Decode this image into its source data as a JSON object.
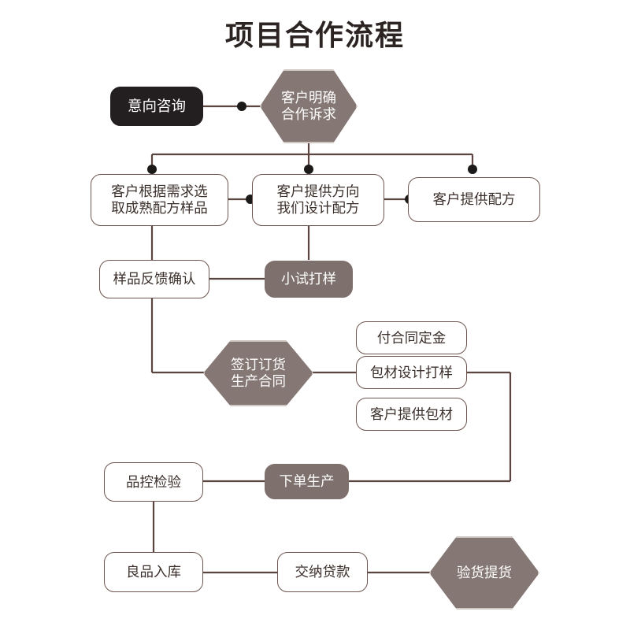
{
  "title": "项目合作流程",
  "palette": {
    "hex_fill": "#847774",
    "hex_border": "#cfc6c2",
    "rect_border": "#6d5650",
    "rect_fill": "#7e706c",
    "dark_fill": "#231f20",
    "line": "#5a4540",
    "dot": "#1c1a19",
    "background": "#ffffff",
    "text_dark": "#3b2f2b",
    "text_light": "#ffffff"
  },
  "nodes": {
    "intent_consult": {
      "label": "意向咨询",
      "shape": "rounded-rect-dark"
    },
    "clear_demand": {
      "label": "客户明确\n合作诉求",
      "shape": "hexagon"
    },
    "pick_mature_formula": {
      "label": "客户根据需求选\n取成熟配方样品",
      "shape": "rounded-rect"
    },
    "we_design_formula": {
      "label": "客户提供方向\n我们设计配方",
      "shape": "rounded-rect"
    },
    "customer_formula": {
      "label": "客户提供配方",
      "shape": "rounded-rect"
    },
    "sample_feedback": {
      "label": "样品反馈确认",
      "shape": "rounded-rect"
    },
    "trial_sample": {
      "label": "小试打样",
      "shape": "rounded-rect-filled"
    },
    "sign_contract": {
      "label": "签订订货\n生产合同",
      "shape": "hexagon"
    },
    "pay_deposit": {
      "label": "付合同定金",
      "shape": "rounded-rect"
    },
    "packaging_design": {
      "label": "包材设计打样",
      "shape": "rounded-rect"
    },
    "customer_packaging": {
      "label": "客户提供包材",
      "shape": "rounded-rect"
    },
    "quality_check": {
      "label": "品控检验",
      "shape": "rounded-rect"
    },
    "place_production": {
      "label": "下单生产",
      "shape": "rounded-rect-filled"
    },
    "goods_instock": {
      "label": "良品入库",
      "shape": "rounded-rect"
    },
    "pay_balance": {
      "label": "交纳贷款",
      "shape": "rounded-rect"
    },
    "inspect_pickup": {
      "label": "验货提货",
      "shape": "hexagon"
    }
  },
  "flow": {
    "edges": [
      "intent_consult -> clear_demand",
      "clear_demand -> pick_mature_formula",
      "clear_demand -> we_design_formula",
      "clear_demand -> customer_formula",
      "pick_mature_formula -> we_design_formula",
      "customer_formula -> we_design_formula",
      "pick_mature_formula -> sample_feedback",
      "we_design_formula -> trial_sample",
      "sample_feedback -> trial_sample",
      "sample_feedback -> sign_contract",
      "sign_contract -> pay_deposit",
      "sign_contract -> packaging_design",
      "sign_contract -> customer_packaging",
      "packaging_design -> place_production",
      "place_production -> quality_check",
      "quality_check -> goods_instock",
      "goods_instock -> pay_balance",
      "pay_balance -> inspect_pickup"
    ]
  }
}
